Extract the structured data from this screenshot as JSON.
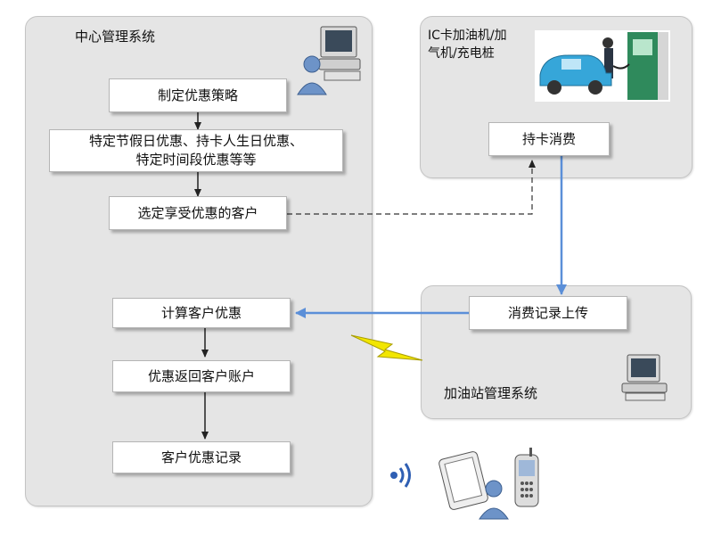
{
  "center_system": {
    "title": "中心管理系统",
    "steps": [
      "制定优惠策略",
      "特定节假日优惠、持卡人生日优惠、\n特定时间段优惠等等",
      "选定享受优惠的客户",
      "计算客户优惠",
      "优惠返回客户账户",
      "客户优惠记录"
    ]
  },
  "fuel_dispenser": {
    "title": "IC卡加油机/加\n气机/充电桩",
    "step": "持卡消费"
  },
  "station_system": {
    "title": "加油站管理系统",
    "step": "消费记录上传"
  },
  "colors": {
    "panel": "#e5e5e5",
    "arrow_blue": "#5b8fd8",
    "arrow_dark": "#222222",
    "lightning": "#f2e600"
  },
  "icons": [
    "user-computer-icon",
    "fuel-station-icon",
    "computer-icon",
    "lightning-icon",
    "wireless-signal-icon",
    "mobile-devices-icon"
  ]
}
